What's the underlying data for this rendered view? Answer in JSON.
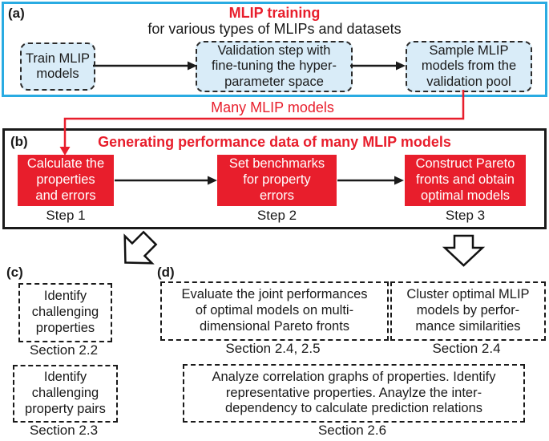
{
  "panel_a": {
    "label": "(a)",
    "title": "MLIP training",
    "subtitle": "for various types of MLIPs and datasets",
    "boxes": [
      {
        "text": "Train MLIP\nmodels"
      },
      {
        "text": "Validation step with\nfine-tuning the hyper-\nparameter space"
      },
      {
        "text": "Sample MLIP\nmodels from the\nvalidation pool"
      }
    ]
  },
  "connector": {
    "label": "Many MLIP models"
  },
  "panel_b": {
    "label": "(b)",
    "title": "Generating performance data of many MLIP models",
    "steps": [
      {
        "text": "Calculate the\nproperties\nand errors",
        "caption": "Step 1"
      },
      {
        "text": "Set benchmarks\nfor property\nerrors",
        "caption": "Step 2"
      },
      {
        "text": "Construct Pareto\nfronts and obtain\noptimal models",
        "caption": "Step 3"
      }
    ]
  },
  "panel_c": {
    "label": "(c)",
    "boxes": [
      {
        "text": "Identify\nchallenging\nproperties",
        "caption": "Section 2.2"
      },
      {
        "text": "Identify\nchallenging\nproperty pairs",
        "caption": "Section 2.3"
      }
    ]
  },
  "panel_d": {
    "label": "(d)",
    "boxes": [
      {
        "text": "Evaluate the joint performances\nof optimal models on multi-\ndimensional Pareto fronts",
        "caption": "Section 2.4, 2.5"
      },
      {
        "text": "Cluster optimal MLIP\nmodels by perfor-\nmance similarities",
        "caption": "Section 2.4"
      },
      {
        "text": "Analyze correlation graphs of properties. Identify\nrepresentative properties. Anaylze the inter-\ndependency to calculate prediction relations",
        "caption": "Section 2.6"
      }
    ]
  },
  "colors": {
    "accent_red": "#e81e2c",
    "panel_a_border": "#29abe2",
    "box_fill_blue": "#d9ecf8",
    "ink": "#1a1a1a"
  }
}
